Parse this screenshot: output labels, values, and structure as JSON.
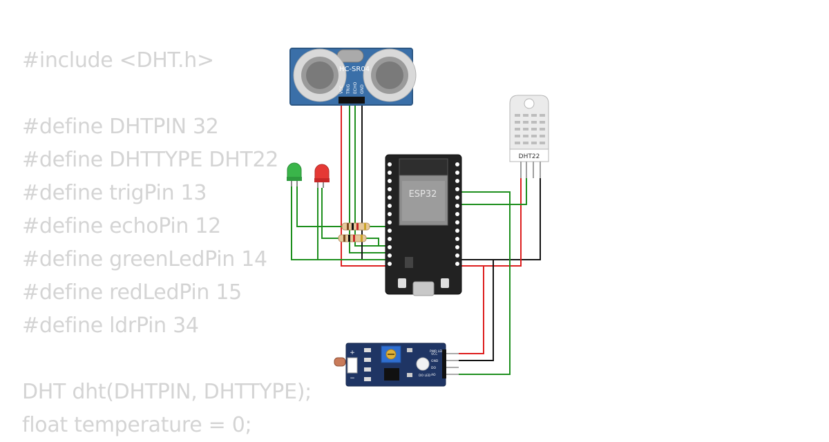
{
  "code_lines": [
    "#include <DHT.h>",
    "",
    "#define DHTPIN 32",
    "#define DHTTYPE DHT22",
    "#define trigPin 13",
    "#define echoPin 12",
    "#define greenLedPin 14",
    "#define redLedPin 15",
    "#define ldrPin 34",
    "",
    "DHT dht(DHTPIN, DHTTYPE);",
    "float temperature = 0;"
  ],
  "components": {
    "ultrasonic": {
      "model": "HC-SR04",
      "pins": [
        "VCC",
        "TRIG",
        "ECHO",
        "GND"
      ]
    },
    "dht": {
      "model": "DHT22"
    },
    "mcu": {
      "label": "ESP32"
    },
    "ldr": {
      "pins": [
        "VCC",
        "GND",
        "DO",
        "AO"
      ],
      "led_labels": [
        "PWR LED",
        "DO LED"
      ]
    }
  },
  "colors": {
    "wire_red": "#dd1e1e",
    "wire_green": "#1d8f1d",
    "wire_black": "#111111",
    "board_black": "#222222",
    "sensor_blue": "#3a6fa8",
    "module_navy": "#1f3564"
  }
}
